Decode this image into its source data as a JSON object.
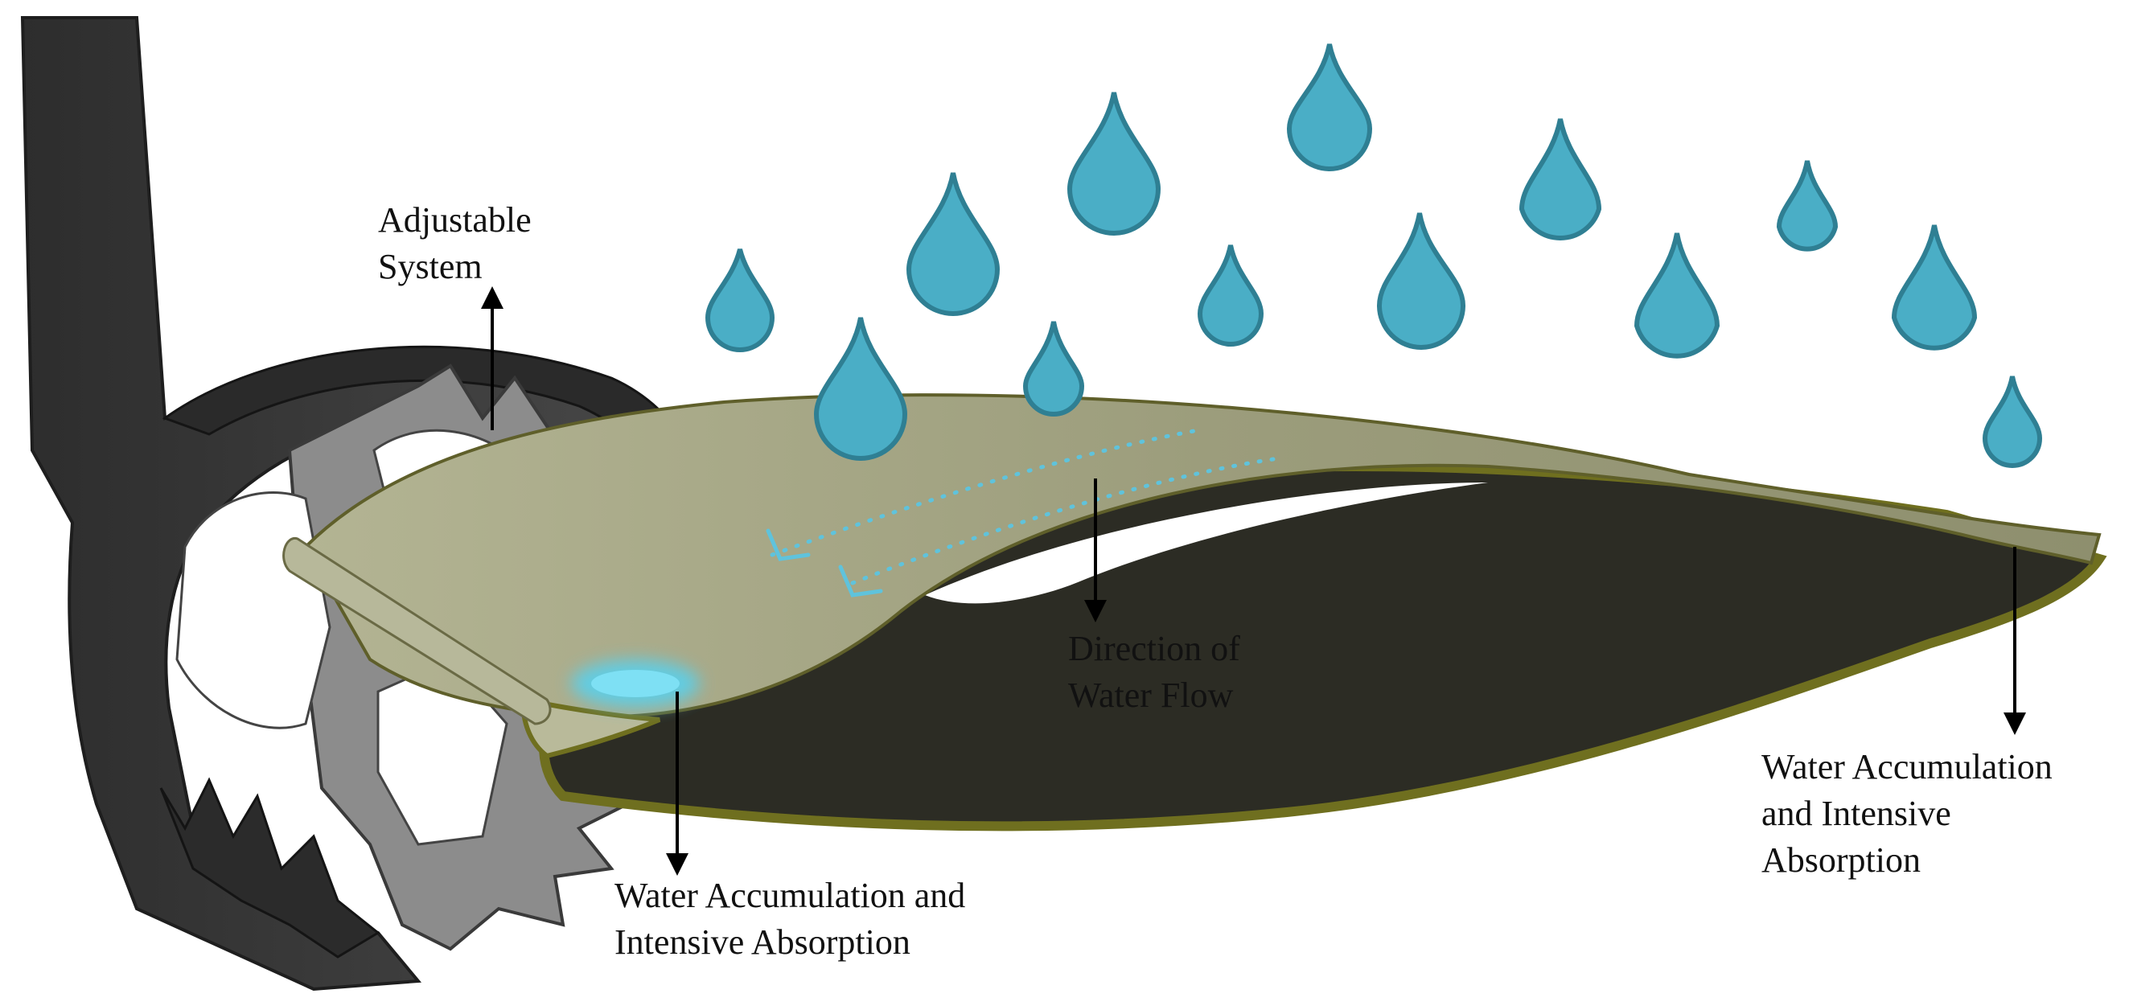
{
  "colors": {
    "frame_dark": "#3d3d3d",
    "frame_mid": "#5e5e5e",
    "wheel_light": "#8a8a8a",
    "fabric_top": "#a4a585",
    "fabric_shadow": "#2f2f25",
    "fabric_edge": "#6f6f1f",
    "water_fill": "#4aaec6",
    "water_stroke": "#2f7f93",
    "flow_dots": "#5fc3dc",
    "glow": "#5ad0ec"
  },
  "icons": [
    "raindrop-icon",
    "arrow-down-icon",
    "arrow-up-icon",
    "chevron-icon"
  ],
  "labels": {
    "adjustable": [
      "Adjustable",
      "System"
    ],
    "flow": [
      "Direction of",
      "Water Flow"
    ],
    "left_accumulation": [
      "Water Accumulation and",
      "Intensive Absorption"
    ],
    "right_accumulation": [
      "Water Accumulation",
      "and Intensive",
      "Absorption"
    ]
  }
}
